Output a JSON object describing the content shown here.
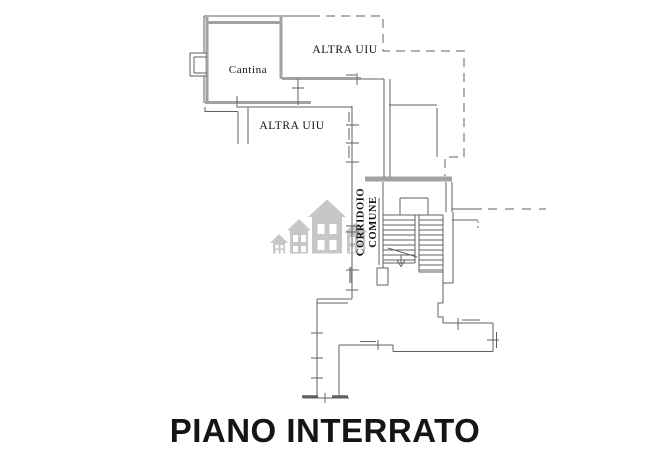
{
  "plan": {
    "title": "PIANO INTERRATO",
    "rooms": {
      "cantina": "Cantina",
      "altra_uiu_top": "ALTRA UIU",
      "altra_uiu_mid": "ALTRA UIU",
      "corridoio_line1": "CORRIDOIO",
      "corridoio_line2": "COMUNE"
    },
    "colors": {
      "background": "#ffffff",
      "thin_line": "#606060",
      "thick_wall": "#a2a2a2",
      "dashed_boundary": "#808080",
      "watermark": "#c7c7c7",
      "label_text": "#111111",
      "title_text": "#151515"
    },
    "watermark_icon": "houses-logo-icon"
  }
}
